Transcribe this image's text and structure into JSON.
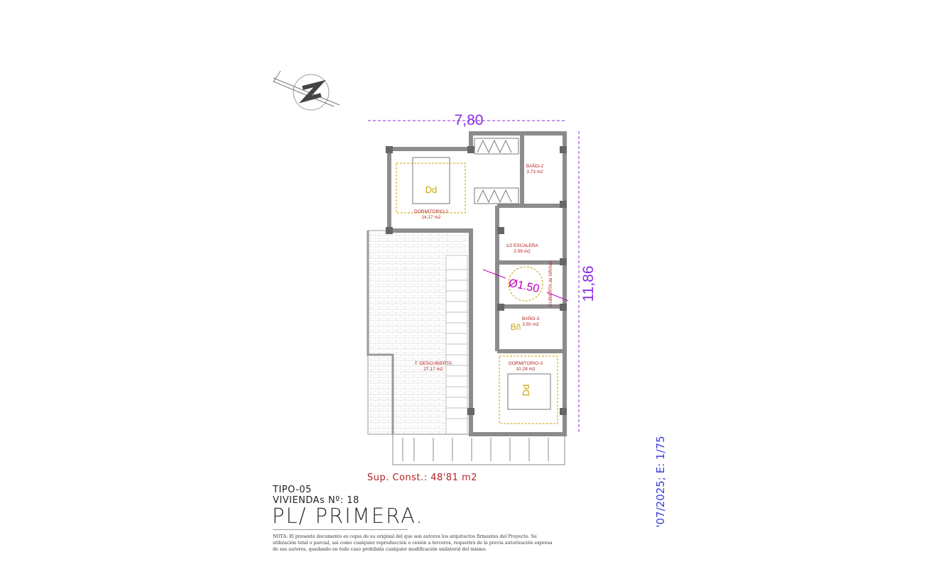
{
  "drawing": {
    "dimensions": {
      "width": "7,80",
      "height": "11,86"
    },
    "turn_diameter": "Ø1.50",
    "rooms": [
      {
        "id": "dormitorio-2",
        "name": "DORMITORIO-2",
        "area": "14.17 m2",
        "symbol": "Dd"
      },
      {
        "id": "bano-2",
        "name": "BAÑO-2",
        "area": "3.73 m2"
      },
      {
        "id": "escalera",
        "name": "1/2 ESCALERA",
        "area": "2.59 m2"
      },
      {
        "id": "cubierta",
        "name": "CUBIERTA de GRAVA"
      },
      {
        "id": "bano-3",
        "name": "BAÑO-3",
        "area": "3.50 m2",
        "symbol": "Bñ"
      },
      {
        "id": "terraza",
        "name": "T. DESCUBIERTA",
        "area": "27.17 m2"
      },
      {
        "id": "dormitorio-3",
        "name": "DORMITORIO-3",
        "area": "10.29 m2",
        "symbol": "Dd"
      }
    ],
    "colors": {
      "wall": "#8c8c8c",
      "dimension": "#8a2be2",
      "room_label": "#b22222",
      "symbol": "#c9a400",
      "scale": "#3a3adb"
    }
  },
  "title_block": {
    "surface": "Sup. Const.: 48'81 m2",
    "tipo": "TIPO-05",
    "viviendas": "VIVIENDAs Nº: 18",
    "plan": "PL/ PRIMERA.",
    "nota": "NOTA: El presente documento es copia de su original del que son autores los arquitectos firmantes del Proyecto. Su utilización total o parcial, así como cualquier reproducción o cesión a terceros, requerirá de la previa autorización expresa de sus autores, quedando en todo caso prohibida cualquier modificación unilateral del mismo.",
    "scale": "'07/2025; E: 1/75"
  }
}
